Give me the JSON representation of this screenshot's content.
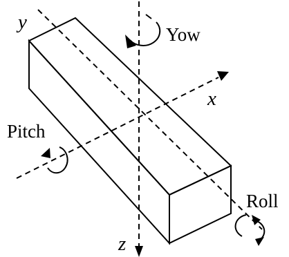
{
  "labels": {
    "y_axis": "y",
    "x_axis": "x",
    "z_axis": "z",
    "yaw": "Yow",
    "pitch": "Pitch",
    "roll": "Roll"
  },
  "colors": {
    "ink": "#000000",
    "background": "#ffffff"
  }
}
